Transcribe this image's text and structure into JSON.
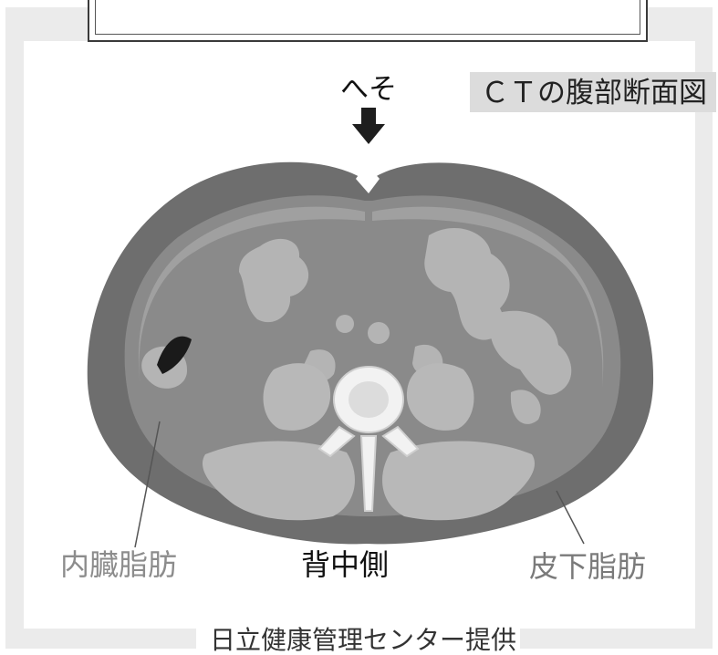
{
  "figure": {
    "title": "ＣＴの腹部断面図",
    "navel_label": "へそ",
    "labels": {
      "visceral_fat": "内臓脂肪",
      "back_side": "背中側",
      "subcutaneous_fat": "皮下脂肪"
    },
    "credit": "日立健康管理センター提供"
  },
  "colors": {
    "frame_gray": "#ebebeb",
    "fat_dark": "#6e6e6e",
    "fat_light": "#8a8a8a",
    "muscle": "#b4b4b4",
    "bone": "#f2f2f2"
  },
  "icons": {
    "navel_arrow": "down-arrow-icon"
  }
}
